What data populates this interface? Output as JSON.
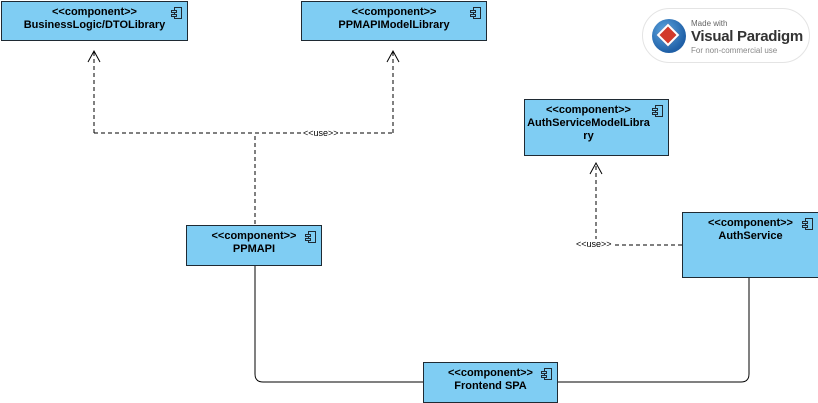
{
  "diagram": {
    "components": [
      {
        "id": "businesslogic",
        "stereotype": "<<component>>",
        "name": "BusinessLogic/DTOLibrary"
      },
      {
        "id": "ppmapimodel",
        "stereotype": "<<component>>",
        "name": "PPMAPIModelLibrary"
      },
      {
        "id": "authservicemodel",
        "stereotype": "<<component>>",
        "name": "AuthServiceModelLibrary"
      },
      {
        "id": "ppmapi",
        "stereotype": "<<component>>",
        "name": "PPMAPI"
      },
      {
        "id": "authservice",
        "stereotype": "<<component>>",
        "name": "AuthService"
      },
      {
        "id": "frontend",
        "stereotype": "<<component>>",
        "name": "Frontend SPA"
      }
    ],
    "dependencies": [
      {
        "label": "<<use>>",
        "from": "ppmapi",
        "to": [
          "businesslogic",
          "ppmapimodel"
        ]
      },
      {
        "label": "<<use>>",
        "from": "authservice",
        "to": [
          "authservicemodel"
        ]
      }
    ],
    "associations": [
      {
        "from": "ppmapi",
        "to": "frontend"
      },
      {
        "from": "authservice",
        "to": "frontend"
      }
    ]
  },
  "watermark": {
    "line1": "Made with",
    "line2": "Visual Paradigm",
    "line3": "For non-commercial use"
  }
}
